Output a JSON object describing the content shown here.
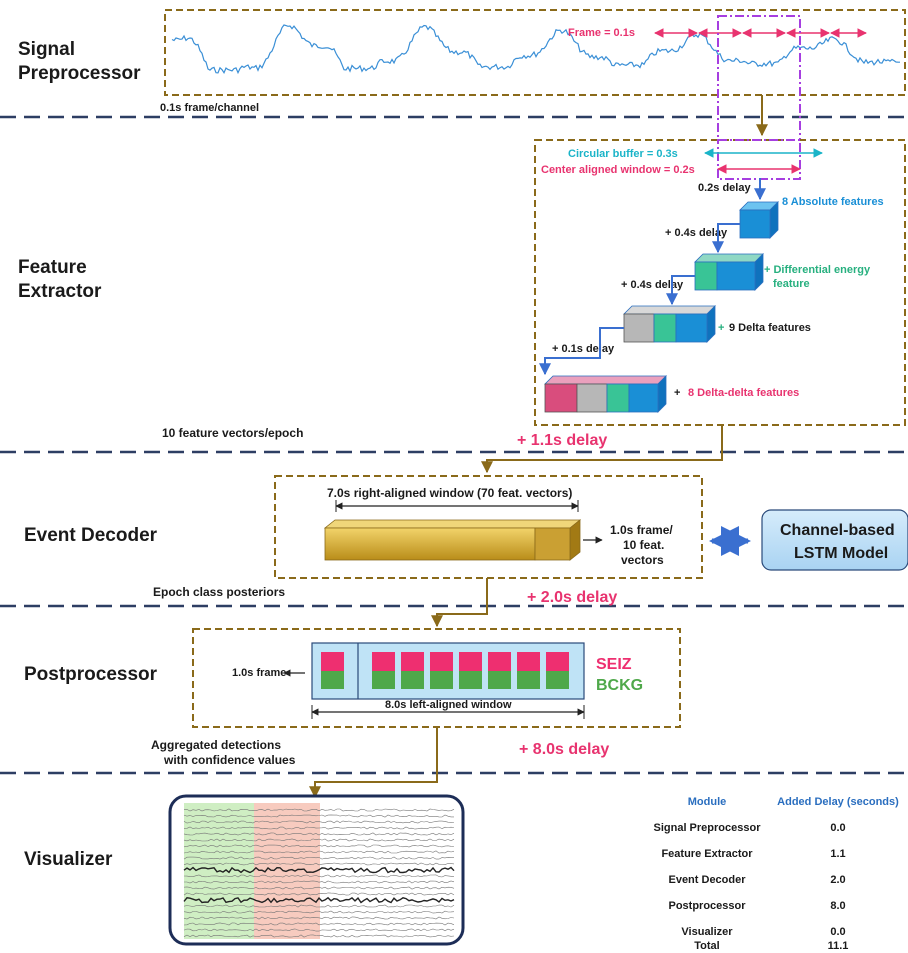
{
  "sections": {
    "signal_line1": "Signal",
    "signal_line2": "Preprocessor",
    "feature_line1": "Feature",
    "feature_line2": "Extractor",
    "event_decoder": "Event Decoder",
    "postprocessor": "Postprocessor",
    "visualizer": "Visualizer"
  },
  "signal": {
    "frame_label": "Frame = 0.1s",
    "output_label": "0.1s frame/channel"
  },
  "feature": {
    "circular_buffer": "Circular buffer = 0.3s",
    "center_window": "Center aligned window = 0.2s",
    "delay_1": "0.2s delay",
    "delay_2": "+ 0.4s delay",
    "delay_3": "+ 0.4s delay",
    "delay_4": "+ 0.1s delay",
    "absolute": "8 Absolute features",
    "diff_energy_1": "+ Differential energy",
    "diff_energy_2": "feature",
    "delta": "+ 9 Delta features",
    "delta_plus": "+",
    "delta_text": "9 Delta features",
    "delta_delta_plus": "+",
    "delta_delta_text": "8 Delta-delta features",
    "output_label": "10 feature vectors/epoch",
    "total_delay": "+ 1.1s delay"
  },
  "event": {
    "window_label": "7.0s right-aligned window (70 feat. vectors)",
    "frame_line1": "1.0s frame/",
    "frame_line2": "10 feat.",
    "frame_line3": "vectors",
    "model_line1": "Channel-based",
    "model_line2": "LSTM Model",
    "output_label": "Epoch class posteriors",
    "total_delay": "+ 2.0s delay"
  },
  "post": {
    "frame_label": "1.0s frame",
    "seiz": "SEIZ",
    "bckg": "BCKG",
    "window_label": "8.0s left-aligned window",
    "output_line1": "Aggregated detections",
    "output_line2": "with confidence values",
    "total_delay": "+ 8.0s delay"
  },
  "table": {
    "header_module": "Module",
    "header_delay": "Added Delay (seconds)",
    "rows": [
      {
        "module": "Signal Preprocessor",
        "delay": "0.0"
      },
      {
        "module": "Feature Extractor",
        "delay": "1.1"
      },
      {
        "module": "Event Decoder",
        "delay": "2.0"
      },
      {
        "module": "Postprocessor",
        "delay": "8.0"
      },
      {
        "module": "Visualizer",
        "delay": "0.0"
      }
    ],
    "total_module": "Total",
    "total_delay": "11.1"
  },
  "colors": {
    "pink": "#e8336f",
    "cyan": "#1ab4c8",
    "blue": "#1a8fd6",
    "green": "#27b07f",
    "gold": "#d4a92a",
    "separator": "#2d3e63",
    "box_border": "#8a6a1a"
  }
}
